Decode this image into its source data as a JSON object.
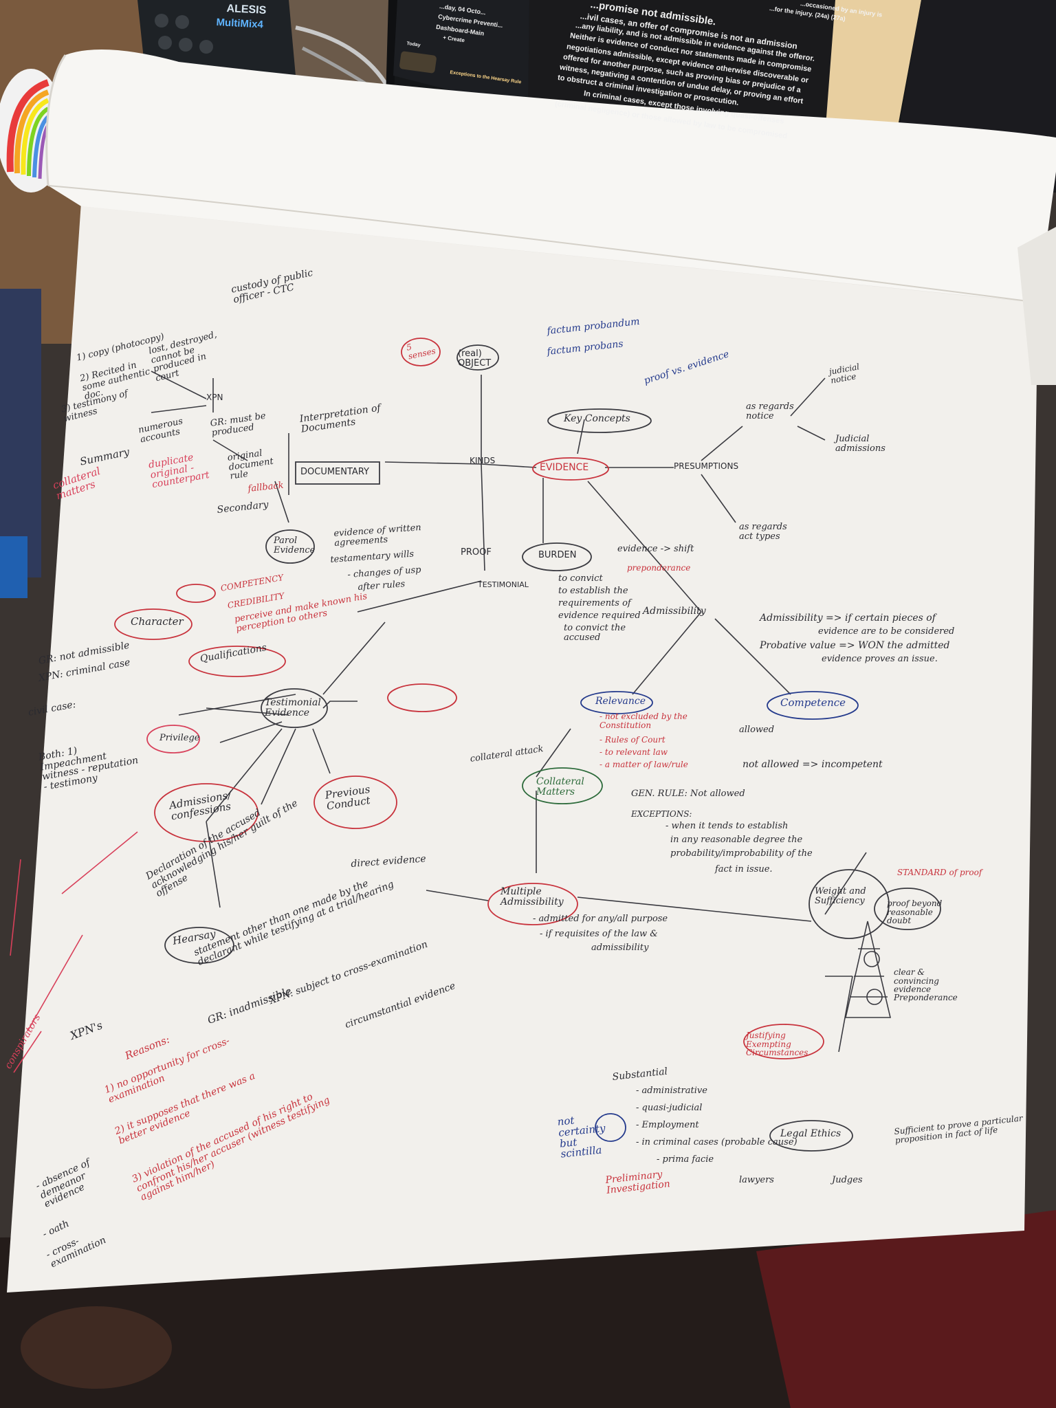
{
  "laptop": {
    "sidebar_items": [
      "...day, 04 Octo...",
      "Cybercrime Preventi...",
      "Dashboard-Main",
      "+ Create",
      "Today",
      "Exceptions to the Hearsay Rule"
    ],
    "doc_lines": [
      "...promise not admissible.",
      "...ivil cases, an offer of compromise is not an admission",
      "...any liability, and is not admissible in evidence against the offeror.",
      "Neither is evidence of conduct nor statements made in compromise",
      "negotiations admissible, except evidence otherwise discoverable or",
      "offered for another purpose, such as proving bias or prejudice of a",
      "witness, negativing a contention of undue delay, or proving an effort",
      "to obstruct a criminal investigation or prosecution.",
      "In criminal cases, except those involving quasi-offenses",
      "(criminal negligence) or those allowed by law to be compromised"
    ],
    "doc_top_right": [
      "...occasioned by an injury is",
      "...for the injury. (24a) (27a)"
    ]
  },
  "mixer": {
    "brand": "ALESIS",
    "model": "MultiMix4"
  },
  "mind_map": {
    "center": "EVIDENCE",
    "branches": [
      {
        "label": "KINDS",
        "children": [
          "(real) OBJECT",
          "DOCUMENTARY",
          "TESTIMONIAL"
        ]
      },
      {
        "label": "Key Concepts"
      },
      {
        "label": "PRESUMPTIONS",
        "children": [
          "as regards notice",
          "as regards act types"
        ]
      },
      {
        "label": "PROOF",
        "children": [
          "BURDEN"
        ]
      }
    ],
    "notes": {
      "custody": "custody of public officer - CTC",
      "exception_list": [
        "1) copy (photocopy)",
        "2) Recited in some authentic doc.",
        "3) testimony of witness"
      ],
      "lost": "lost, destroyed, cannot be produced in court",
      "xpn": "XPN",
      "original_rule": "original document rule",
      "best_evidence": "GR: must be produced",
      "interpretation": "Interpretation of Documents",
      "summary": "Summary",
      "voluminous": "numerous accounts",
      "duplicate": "duplicate original - counterpart",
      "collateral": "collateral matters",
      "secondary": "Secondary",
      "fallback": "fallback",
      "parol": "Parol Evidence",
      "parol_detail": [
        "evidence of written agreements",
        "testamentary wills",
        "- changes of usp",
        "after rules"
      ],
      "factum1": "factum probandum",
      "factum2": "factum probans",
      "proof_vs_evidence": "proof vs. evidence",
      "five_senses": "5 senses",
      "judicial_notice": "judicial notice",
      "judicial_admissions": "Judicial admissions",
      "burden_detail": [
        "evidence -> shift",
        "preponderance",
        "to convict",
        "to establish the",
        "requirements of",
        "evidence required",
        "to convict the accused"
      ],
      "admissibility": "Admissibility",
      "admissibility_def": [
        "Admissibility => if certain pieces of",
        "evidence are to be considered",
        "Probative value => WON the admitted",
        "evidence proves an issue."
      ],
      "relevance": "Relevance",
      "relevance_detail": [
        "- not excluded by the Constitution",
        "- Rules of Court",
        "- to relevant law",
        "- a matter of law/rule"
      ],
      "competence": "Competence",
      "allowed": "allowed",
      "not_allowed": "not allowed => incompetent",
      "collateral_matters": "Collateral Matters",
      "collateral_attack": "collateral attack",
      "gen_rule": "GEN. RULE: Not allowed",
      "exceptions": "EXCEPTIONS:",
      "exception_detail": [
        "- when it tends to establish",
        "in any reasonable degree the",
        "probability/improbability of the",
        "fact in issue."
      ],
      "multiple": "Multiple Admissibility",
      "multiple_detail": [
        "- admitted for any/all purpose",
        "- if requisites of the law &",
        "admissibility"
      ],
      "weight": "Weight and Sufficiency",
      "standard": "STANDARD of proof",
      "testimonial": "Testimonial Evidence",
      "character": "Character",
      "gr_character": "GR: not admissible",
      "xpn_criminal": "XPN: criminal case",
      "civil_case": "civil case:",
      "qualifications": "Qualifications",
      "competency": "COMPETENCY",
      "credibility": "CREDIBILITY",
      "perceive": "perceive and make known his perception to others",
      "privilege": "Privilege",
      "impeach": "Both: 1) Impeachment witness - reputation - testimony",
      "admissions": "Admissions/ confessions",
      "previous_conduct": "Previous Conduct",
      "hearsay": "Hearsay",
      "direct_evidence": "direct evidence",
      "reasons": "Reasons:",
      "reasons_list": [
        "1) no opportunity for cross-examination",
        "2) it supposes that there was a better evidence",
        "3) violation of the accused of his right to confront his/her accuser (witness testifying against him/her)"
      ],
      "absence_list": [
        "- absence of demeanor evidence",
        "- oath",
        "- cross-examination"
      ],
      "legal_ethics": "Legal Ethics",
      "lawyers": "lawyers",
      "judges": "Judges",
      "substantial": "Substantial",
      "substantial_list": [
        "- administrative",
        "- quasi-judicial",
        "- Employment",
        "- in criminal cases (probable cause)",
        "- prima facie"
      ],
      "preliminary": "Preliminary Investigation",
      "not_certainty": "not certainty but scintilla",
      "preponderance": "Preponderance",
      "clear_convincing": "clear & convincing evidence",
      "beyond_reasonable_doubt": "proof beyond reasonable doubt",
      "justifying": "Justifying Exempting Circumstances",
      "sufficient": "Sufficient to prove a particular proposition in fact of life",
      "conspirators": "conspirators",
      "xpns": "XPN's",
      "declaration": "Declaration of the accused acknowledging his/her guilt of the offense",
      "statement_other": "statement other than one made by the declarant while testifying at a trial/hearing",
      "gr_inadmissible": "GR: inadmissible",
      "xpn_cross": "XPN: subject to cross-examination",
      "circumstantial": "circumstantial evidence"
    }
  }
}
